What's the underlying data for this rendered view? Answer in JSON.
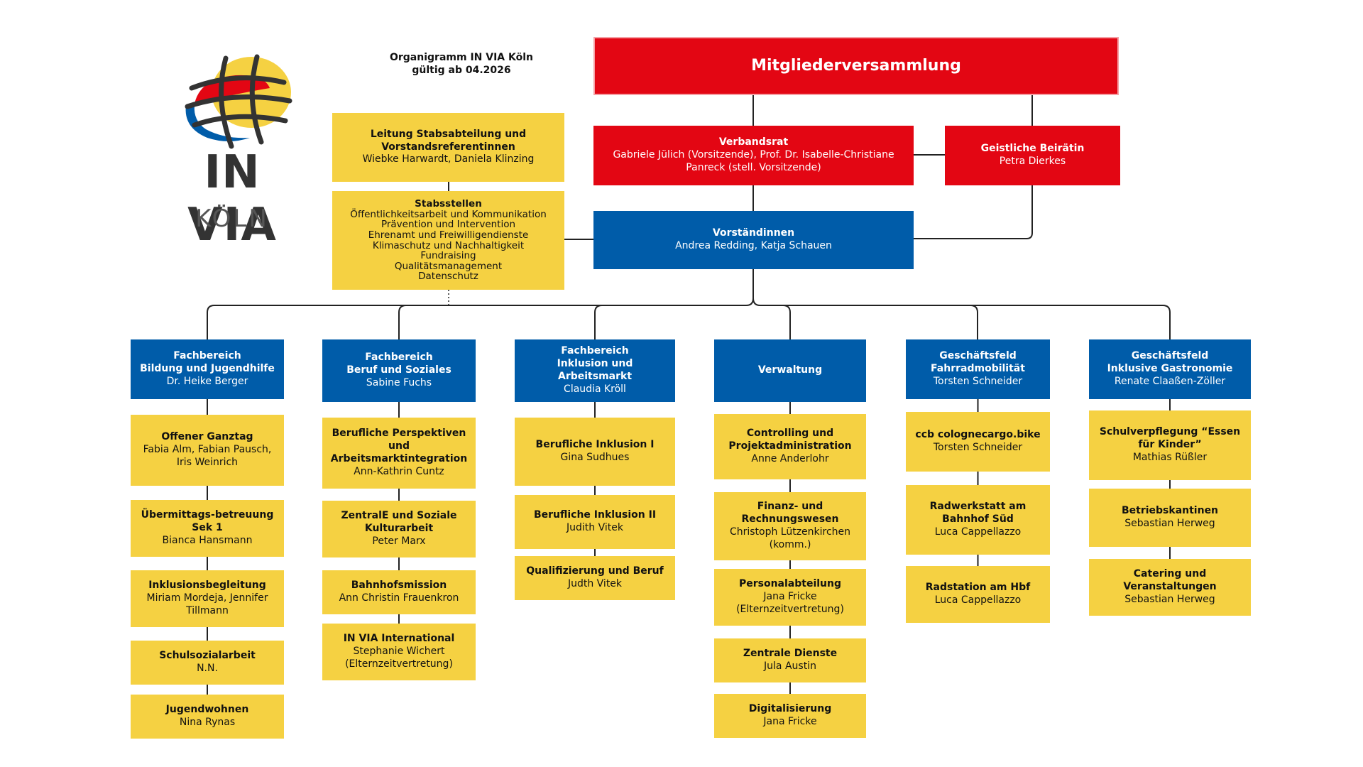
{
  "colors": {
    "red": "#e30613",
    "blue": "#005ca9",
    "yellow": "#f5d142",
    "line": "#222222"
  },
  "logo": {
    "name": "IN VIA",
    "city": "KÖLN"
  },
  "header": {
    "line1": "Organigramm IN VIA Köln",
    "line2": "gültig ab 04.2026"
  },
  "assembly": {
    "title": "Mitgliederversammlung"
  },
  "board": {
    "title": "Verbandsrat",
    "members": "Gabriele Jülich (Vorsitzende), Prof. Dr. Isabelle-Christiane Panreck (stell. Vorsitzende)"
  },
  "advisor": {
    "title": "Geistliche Beirätin",
    "name": "Petra Dierkes"
  },
  "executives": {
    "title": "Vorständinnen",
    "names": "Andrea Redding, Katja Schauen"
  },
  "staff_lead": {
    "title": "Leitung Stabsabteilung und Vorstandsreferentinnen",
    "names": "Wiebke Harwardt, Daniela Klinzing"
  },
  "staff": {
    "title": "Stabsstellen",
    "items": [
      "Öffentlichkeitsarbeit und Kommunikation",
      "Prävention und Intervention",
      "Ehrenamt und Freiwilligendienste",
      "Klimaschutz und Nachhaltigkeit",
      "Fundraising",
      "Qualitätsmanagement",
      "Datenschutz"
    ]
  },
  "departments": [
    {
      "title": "Fachbereich",
      "subtitle": "Bildung und Jugendhilfe",
      "lead": "Dr. Heike Berger",
      "units": [
        {
          "title": "Offener Ganztag",
          "person": "Fabia Alm, Fabian Pausch, Iris Weinrich"
        },
        {
          "title": "Übermittags-betreuung Sek 1",
          "person": "Bianca Hansmann"
        },
        {
          "title": "Inklusionsbegleitung",
          "person": "Miriam Mordeja, Jennifer Tillmann"
        },
        {
          "title": "Schulsozialarbeit",
          "person": "N.N."
        },
        {
          "title": "Jugendwohnen",
          "person": "Nina Rynas"
        }
      ]
    },
    {
      "title": "Fachbereich",
      "subtitle": "Beruf und Soziales",
      "lead": "Sabine Fuchs",
      "units": [
        {
          "title": "Berufliche Perspektiven und Arbeitsmarktintegration",
          "person": "Ann-Kathrin Cuntz"
        },
        {
          "title": "ZentralE und Soziale Kulturarbeit",
          "person": "Peter Marx"
        },
        {
          "title": "Bahnhofsmission",
          "person": "Ann Christin Frauenkron"
        },
        {
          "title": "IN VIA International",
          "person": "Stephanie Wichert (Elternzeitvertretung)"
        }
      ]
    },
    {
      "title": "Fachbereich",
      "subtitle": "Inklusion und Arbeitsmarkt",
      "lead": "Claudia Kröll",
      "units": [
        {
          "title": "Berufliche Inklusion I",
          "person": "Gina Sudhues"
        },
        {
          "title": "Berufliche Inklusion II",
          "person": "Judith Vitek"
        },
        {
          "title": "Qualifizierung und Beruf",
          "person": "Judth Vitek"
        }
      ]
    },
    {
      "title": "Verwaltung",
      "subtitle": "",
      "lead": "",
      "units": [
        {
          "title": "Controlling und Projektadministration",
          "person": "Anne Anderlohr"
        },
        {
          "title": "Finanz- und Rechnungswesen",
          "person": "Christoph Lützenkirchen (komm.)"
        },
        {
          "title": "Personalabteilung",
          "person": "Jana Fricke (Elternzeitvertretung)"
        },
        {
          "title": "Zentrale Dienste",
          "person": "Jula Austin"
        },
        {
          "title": "Digitalisierung",
          "person": "Jana Fricke"
        }
      ]
    },
    {
      "title": "Geschäftsfeld",
      "subtitle": "Fahrradmobilität",
      "lead": "Torsten Schneider",
      "units": [
        {
          "title": "ccb colognecargo.bike",
          "person": "Torsten Schneider"
        },
        {
          "title": "Radwerkstatt am Bahnhof Süd",
          "person": "Luca Cappellazzo"
        },
        {
          "title": "Radstation am Hbf",
          "person": "Luca Cappellazzo"
        }
      ]
    },
    {
      "title": "Geschäftsfeld",
      "subtitle": "Inklusive Gastronomie",
      "lead": "Renate Claaßen-Zöller",
      "units": [
        {
          "title": "Schulverpflegung “Essen für Kinder”",
          "person": "Mathias Rüßler"
        },
        {
          "title": "Betriebskantinen",
          "person": "Sebastian Herweg"
        },
        {
          "title": "Catering und Veranstaltungen",
          "person": "Sebastian Herweg"
        }
      ]
    }
  ]
}
